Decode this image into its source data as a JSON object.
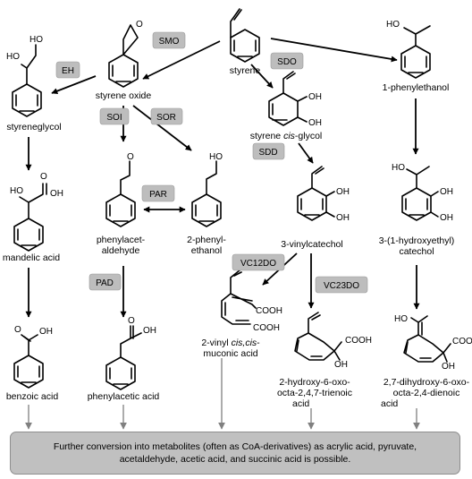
{
  "compounds": {
    "styrene": "styrene",
    "styrene_oxide": "styrene oxide",
    "phenylethanol_1": "1-phenylethanol",
    "styreneglycol": "styreneglycol",
    "styrene_cis_glycol": [
      "styrene ",
      "cis",
      "-glycol"
    ],
    "phenylacetaldehyde": [
      "phenylacet-",
      "aldehyde"
    ],
    "phenylethanol_2": [
      "2-phenyl-",
      "ethanol"
    ],
    "mandelic_acid": "mandelic acid",
    "vinylcatechol": "3-vinylcatechol",
    "hydroxyethyl_catechol": [
      "3-(1-hydroxyethyl)",
      "catechol"
    ],
    "vinyl_muconic": [
      "2-vinyl ",
      "cis,cis",
      "-",
      "muconic acid"
    ],
    "benzoic_acid": "benzoic acid",
    "phenylacetic_acid": "phenylacetic acid",
    "hydroxy_oxo_trienoic": [
      "2-hydroxy-6-oxo-",
      "octa-2,4,7-trienoic",
      "acid"
    ],
    "dihydroxy_oxo_dienoic": [
      "2,7-dihydroxy-6-oxo-",
      "octa-2,4-dienoic",
      "acid"
    ]
  },
  "enzymes": [
    "SMO",
    "SDO",
    "EH",
    "SOI",
    "SOR",
    "PAR",
    "SDD",
    "VC12DO",
    "VC23DO",
    "PAD"
  ],
  "atoms": {
    "OH": "OH",
    "HO": "HO",
    "O": "O",
    "COOH": "COOH"
  },
  "footer": "Further conversion into metabolites (often as CoA-derivatives) as acrylic acid, pyruvate, acetaldehyde, acetic acid, and succinic acid is possible.",
  "colors": {
    "enzyme_box": "#bdbdbd",
    "footer_box": "#c0c0c0",
    "final_arrows": "#808080"
  }
}
